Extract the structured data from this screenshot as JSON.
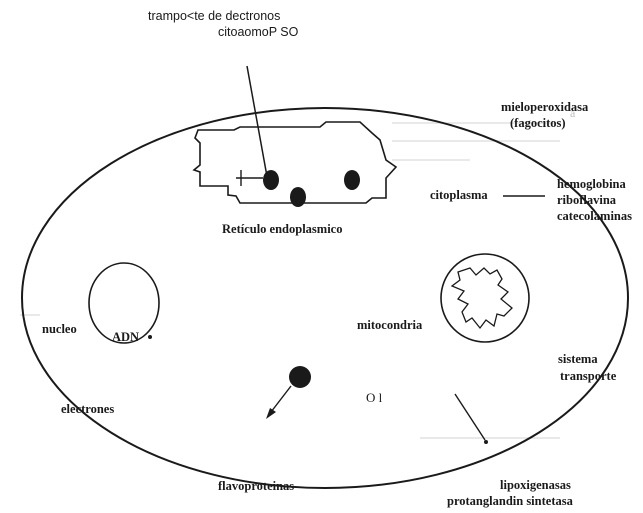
{
  "labels": {
    "top_line1": "trampo<te de dectronos",
    "top_line2": "citoaomoP SO",
    "mieloperoxidasa": "mieloperoxidasa",
    "fagocitos": "(fagocitos)",
    "citoplasma": "citoplasma",
    "hemoglobina": "hemoglobina",
    "riboflavina": "riboflavina",
    "catecolaminas": "catecolaminas",
    "reticulo": "Retículo endoplasmico",
    "nucleo": "nucleo",
    "adn": "ADN",
    "mitocondria": "mitocondria",
    "sistema": "sistema",
    "transporte": "transporte",
    "electrones": "electrones",
    "flavoproteinas": "flavoproteinas",
    "lipoxigenasas": "lipoxigenasas",
    "protanglandin": "protanglandin sintetasa",
    "ol_mark": "O l"
  },
  "colors": {
    "ink": "#1a1a1a",
    "ghost_text": "#bdbdbd"
  }
}
